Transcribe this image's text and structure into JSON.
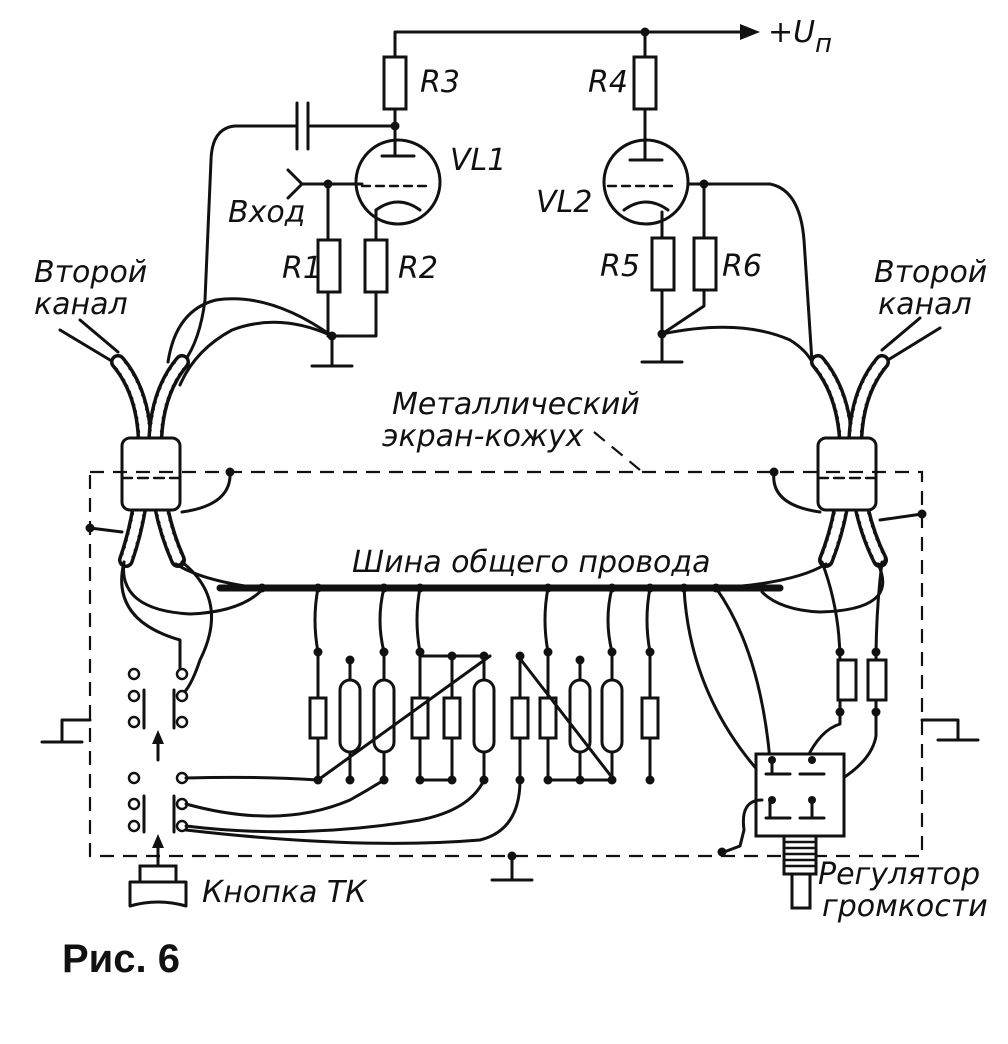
{
  "labels": {
    "supply": "+U",
    "supply_sub": "п",
    "r1": "R1",
    "r2": "R2",
    "r3": "R3",
    "r4": "R4",
    "r5": "R5",
    "r6": "R6",
    "vl1": "VL1",
    "vl2": "VL2",
    "input": "Вход",
    "second_channel_line1": "Второй",
    "second_channel_line2": "канал",
    "shield_line1": "Металлический",
    "shield_line2": "экран-кожух",
    "bus": "Шина общего провода",
    "button": "Кнопка ТК",
    "volume_line1": "Регулятор",
    "volume_line2": "громкости"
  },
  "caption": "Рис. 6"
}
